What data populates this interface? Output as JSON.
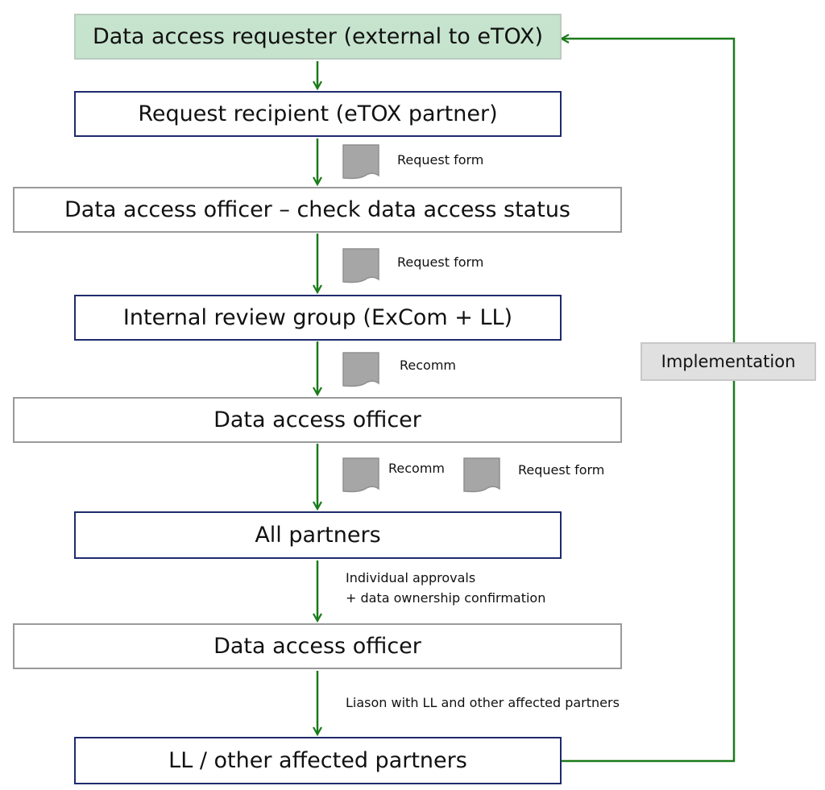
{
  "nodes": {
    "requester": "Data access requester (external to eTOX)",
    "recipient": "Request recipient (eTOX partner)",
    "officer_check": "Data access officer – check data access status",
    "review_group": "Internal review group (ExCom + LL)",
    "officer_2": "Data access officer",
    "all_partners": "All partners",
    "officer_3": "Data access officer",
    "affected": "LL / other affected partners",
    "implementation": "Implementation"
  },
  "labels": {
    "request_form_1": "Request form",
    "request_form_2": "Request form",
    "recomm_1": "Recomm",
    "recomm_2": "Recomm",
    "request_form_3": "Request form",
    "approvals_line1": "Individual approvals",
    "approvals_line2": "+ data ownership confirmation",
    "liaison": "Liason with LL and other affected partners"
  },
  "colors": {
    "arrow": "#1a7a1a",
    "navy_border": "#1f2a6b",
    "gray_border": "#9a9a9a",
    "requester_fill": "#c6e3cd",
    "doc_fill": "#a6a6a6"
  },
  "icons": {
    "document": "document-icon"
  }
}
